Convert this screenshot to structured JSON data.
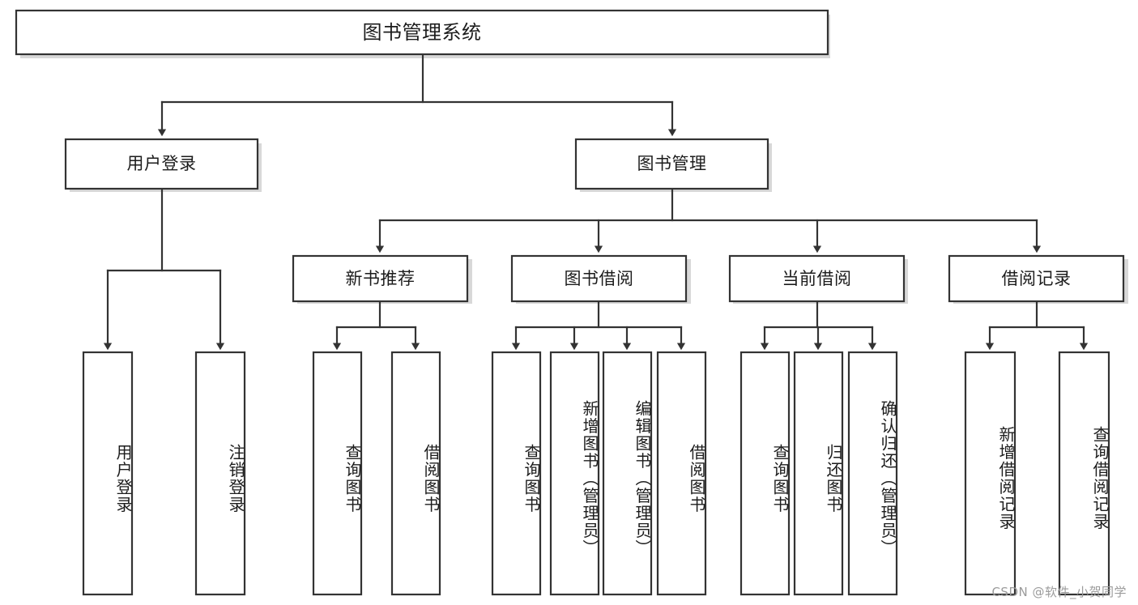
{
  "diagram": {
    "type": "tree",
    "title": "图书管理系统",
    "colors": {
      "stroke": "#333333",
      "fill": "#ffffff",
      "text": "#1c1c1c",
      "shadow": "#b8b8b8",
      "watermark": "#9b9b9b"
    },
    "root": {
      "label": "图书管理系统"
    },
    "level2": [
      {
        "label": "用户登录"
      },
      {
        "label": "图书管理"
      }
    ],
    "level3": [
      {
        "label": "新书推荐"
      },
      {
        "label": "图书借阅"
      },
      {
        "label": "当前借阅"
      },
      {
        "label": "借阅记录"
      }
    ],
    "leaves": {
      "user_login": [
        {
          "label": "用户登录"
        },
        {
          "label": "注销登录"
        }
      ],
      "new_book": [
        {
          "label": "查询图书"
        },
        {
          "label": "借阅图书"
        }
      ],
      "book_borrow": [
        {
          "label": "查询图书"
        },
        {
          "label": "新增图书（管理员）"
        },
        {
          "label": "编辑图书（管理员）"
        },
        {
          "label": "借阅图书"
        }
      ],
      "current_borrow": [
        {
          "label": "查询图书"
        },
        {
          "label": "归还图书"
        },
        {
          "label": "确认归还（管理员）"
        }
      ],
      "borrow_record": [
        {
          "label": "新增借阅记录"
        },
        {
          "label": "查询借阅记录"
        }
      ]
    }
  },
  "watermark": {
    "text": "CSDN @软件_小贺同学"
  }
}
